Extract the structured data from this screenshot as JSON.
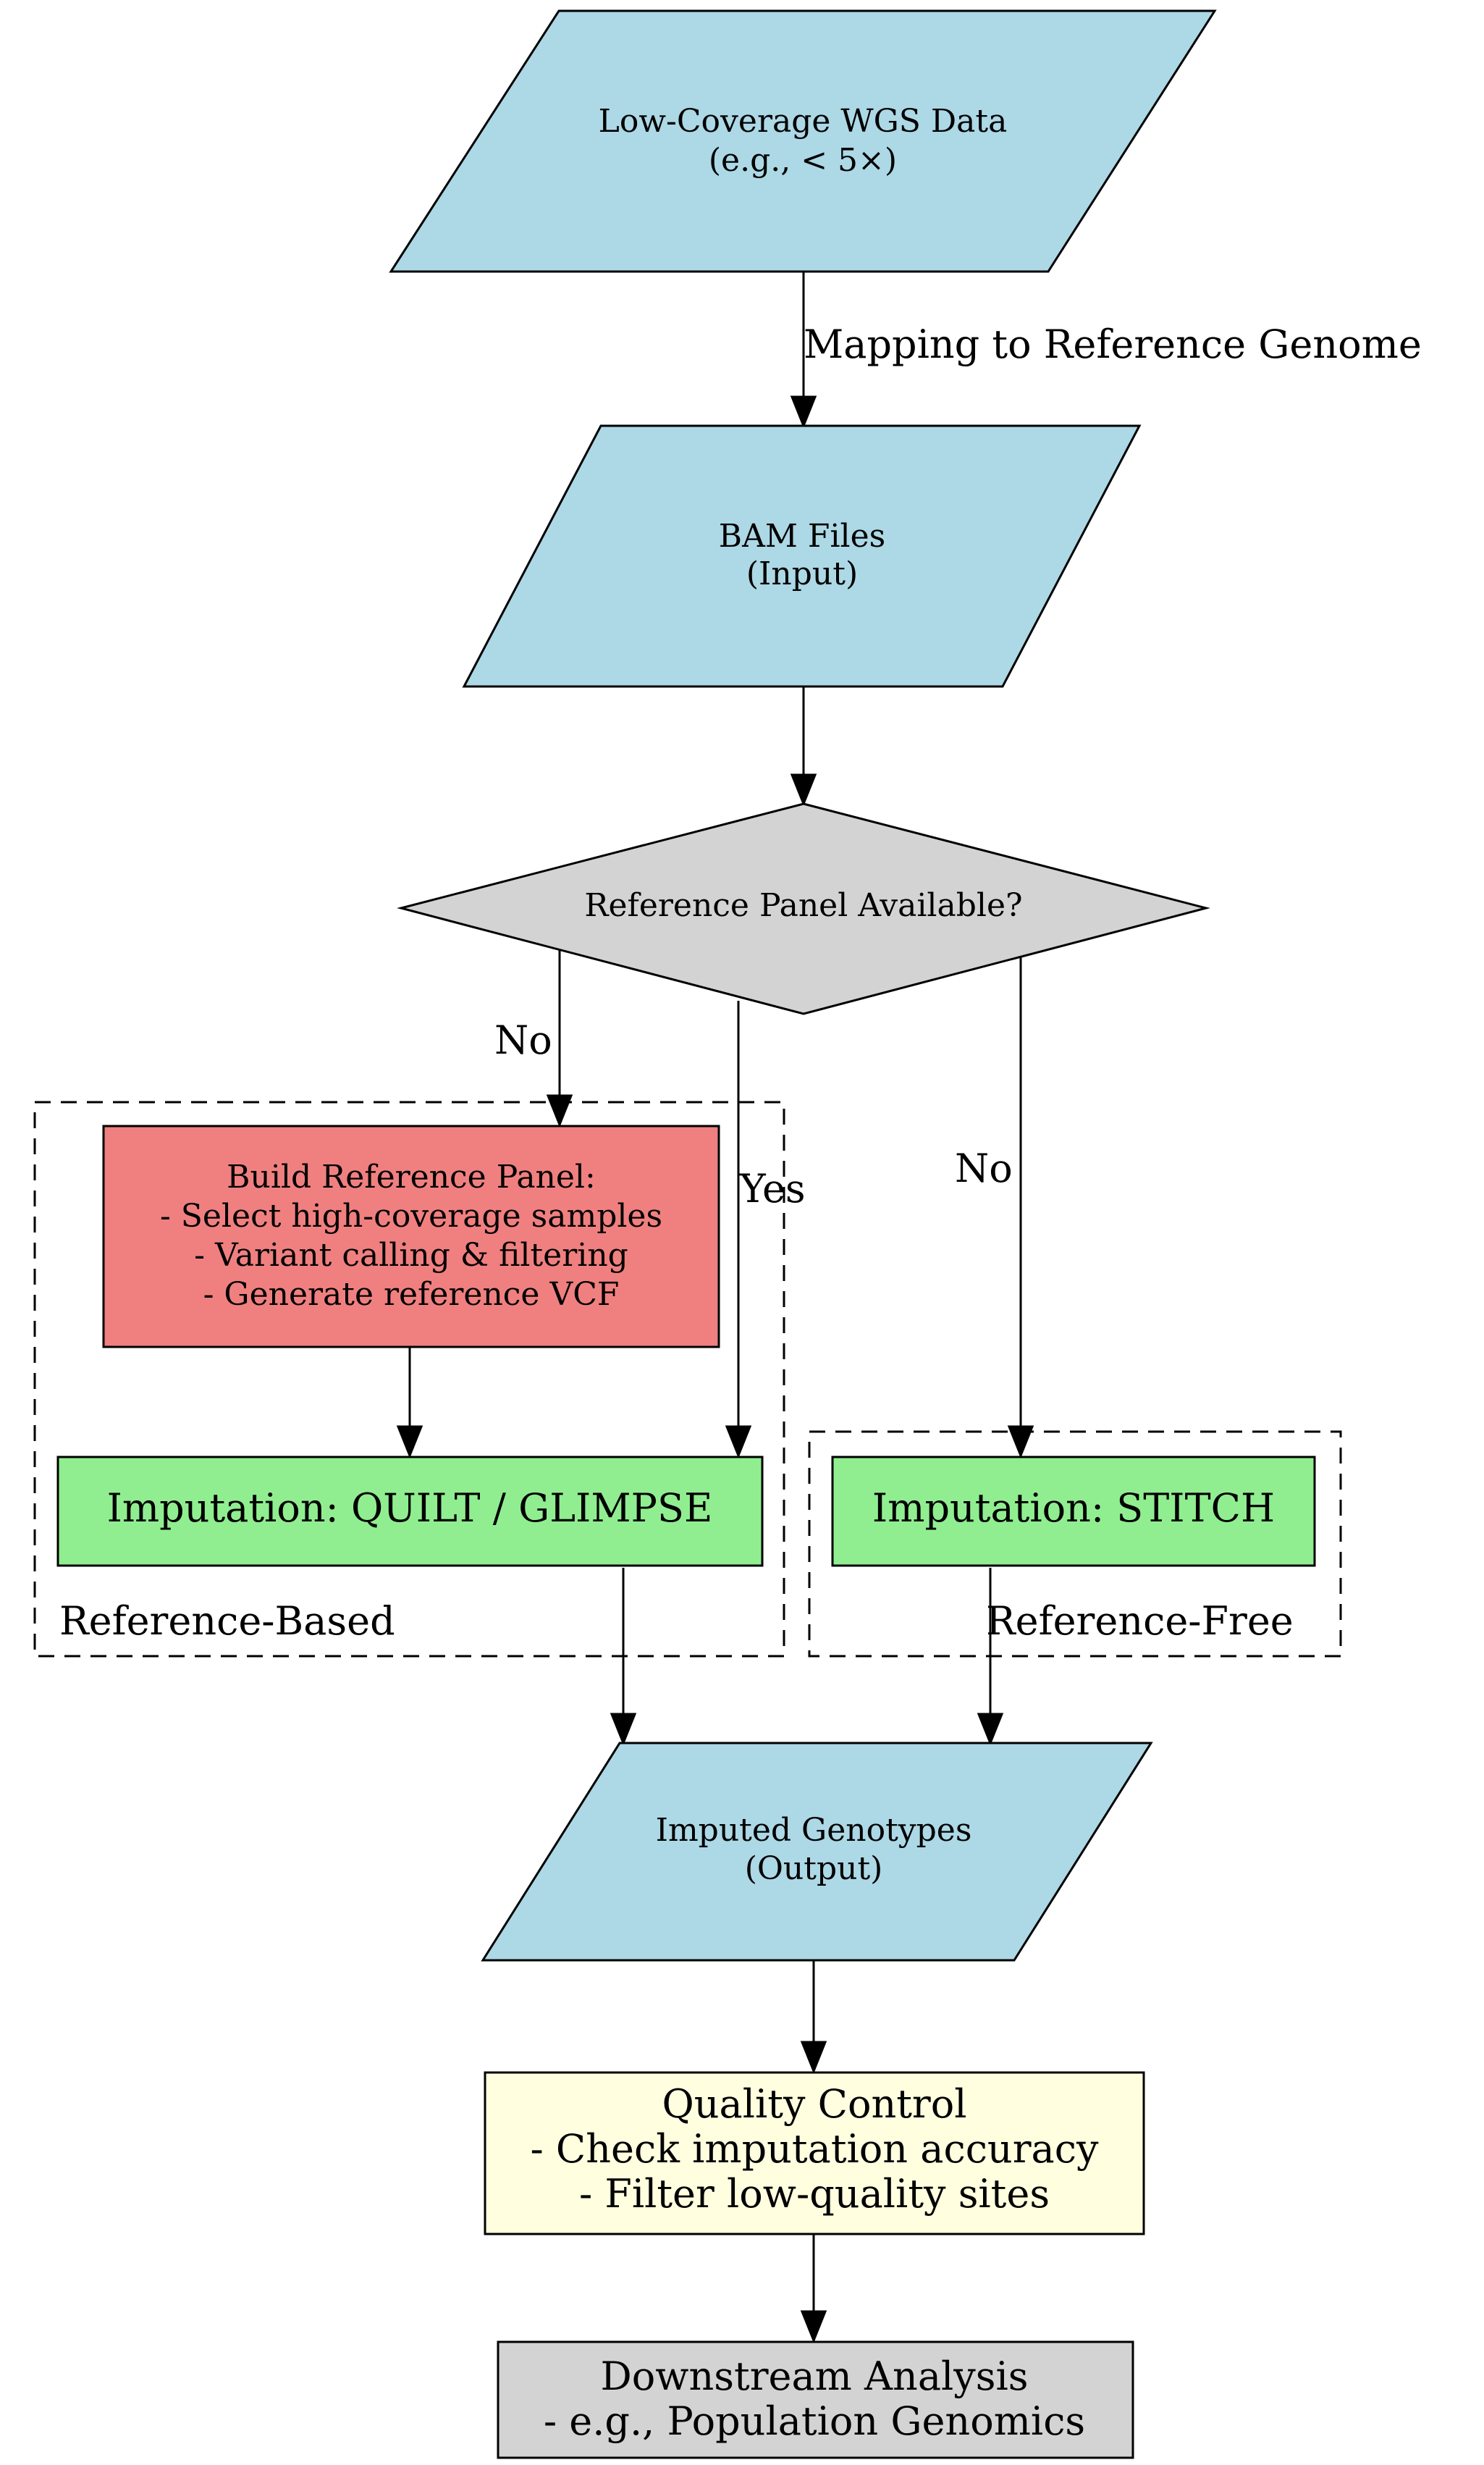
{
  "nodes": {
    "wgs_data": {
      "lines": [
        "Low-Coverage WGS Data",
        "(e.g., < 5×)"
      ],
      "fill": "#ADD8E6"
    },
    "bam_files": {
      "lines": [
        "BAM Files",
        "(Input)"
      ],
      "fill": "#ADD8E6"
    },
    "decision": {
      "lines": [
        "Reference Panel Available?"
      ],
      "fill": "#D3D3D3"
    },
    "build_panel": {
      "lines": [
        "Build Reference Panel:",
        "- Select high-coverage samples",
        "- Variant calling & filtering",
        "- Generate reference VCF"
      ],
      "fill": "#F08080"
    },
    "imputation_ref": {
      "lines": [
        "Imputation: QUILT / GLIMPSE"
      ],
      "fill": "#90EE90"
    },
    "imputation_free": {
      "lines": [
        "Imputation: STITCH"
      ],
      "fill": "#90EE90"
    },
    "imputed_genotypes": {
      "lines": [
        "Imputed Genotypes",
        "(Output)"
      ],
      "fill": "#ADD8E6"
    },
    "quality_control": {
      "lines": [
        "Quality Control",
        "- Check imputation accuracy",
        "- Filter low-quality sites"
      ],
      "fill": "#FFFFE0"
    },
    "downstream": {
      "lines": [
        "Downstream Analysis",
        "- e.g., Population Genomics"
      ],
      "fill": "#D3D3D3"
    }
  },
  "clusters": {
    "reference_based": "Reference-Based",
    "reference_free": "Reference-Free"
  },
  "edge_labels": {
    "mapping": "Mapping to Reference Genome",
    "no_build": "No",
    "yes": "Yes",
    "no_stitch": "No"
  }
}
